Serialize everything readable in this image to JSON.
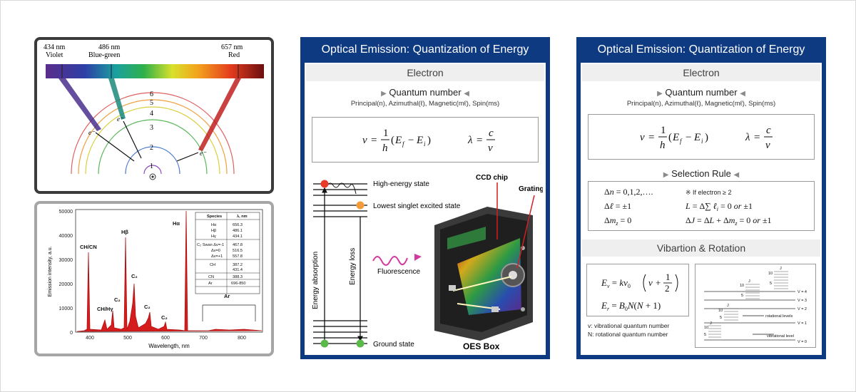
{
  "bohr": {
    "lines": [
      {
        "wavelength": "434 nm",
        "name": "Violet"
      },
      {
        "wavelength": "486 nm",
        "name": "Blue-green"
      },
      {
        "wavelength": "657 nm",
        "name": "Red"
      }
    ],
    "levels": [
      "1",
      "2",
      "3",
      "4",
      "5",
      "6"
    ],
    "electron": "e⁻"
  },
  "emission": {
    "ylabel": "Emission intensity, a.u.",
    "xlabel": "Wavelength, nm",
    "yticks": [
      "0",
      "10000",
      "20000",
      "30000",
      "40000",
      "50000"
    ],
    "xticks": [
      "400",
      "500",
      "600",
      "700",
      "800"
    ],
    "peak_labels": [
      "CH/CN",
      "CH/Hγ",
      "C₂",
      "Hβ",
      "C₂",
      "C₂",
      "C₂",
      "Hα",
      "Ar"
    ],
    "table": {
      "headers": [
        "Species",
        "λ, nm"
      ],
      "rows": [
        [
          "Hα",
          "656.3"
        ],
        [
          "Hβ",
          "486.1"
        ],
        [
          "Hγ",
          "434.1"
        ],
        [
          "C₂ Swan Δv=-1",
          "467.8"
        ],
        [
          "Δv=0",
          "516.5"
        ],
        [
          "Δv=+1",
          "557.8"
        ],
        [
          "CH",
          "387.2"
        ],
        [
          "",
          "431.4"
        ],
        [
          "CN",
          "388.3"
        ],
        [
          "Ar",
          "696-850"
        ]
      ]
    }
  },
  "slide1": {
    "title": "Optical Emission: Quantization of Energy",
    "section": "Electron",
    "quantum_title": "Quantum number",
    "quantum_sub": "Principal(n), Azimuthal(ℓ), Magnetic(mℓ), Spin(ms)",
    "diagram": {
      "high": "High-energy state",
      "singlet": "Lowest singlet excited state",
      "ground": "Ground state",
      "absorption": "Energy absorption",
      "loss": "Energy loss",
      "fluorescence": "Fluorescence",
      "ccd": "CCD chip",
      "grating": "Grating",
      "box": "OES Box"
    }
  },
  "slide2": {
    "title": "Optical Emission: Quantization of Energy",
    "section": "Electron",
    "quantum_title": "Quantum number",
    "quantum_sub": "Principal(n), Azimuthal(ℓ), Magnetic(mℓ), Spin(ms)",
    "selection_title": "Selection Rule",
    "selection_note": "※ If electron ≥ 2",
    "vib_section": "Vibartion & Rotation",
    "vib_note1": "v: vibrational quantum number",
    "vib_note2": "N: rotational quantum number",
    "levels_diagram": {
      "v_labels": [
        "V = 4",
        "V = 3",
        "V = 2",
        "V = 1",
        "V = 0"
      ],
      "rot_label": "rotational levels",
      "vib_label": "vibrational level",
      "j": "J",
      "nums": [
        "10",
        "5"
      ]
    }
  },
  "colors": {
    "slide_blue": "#0e3a82",
    "section_gray": "#efefef"
  }
}
